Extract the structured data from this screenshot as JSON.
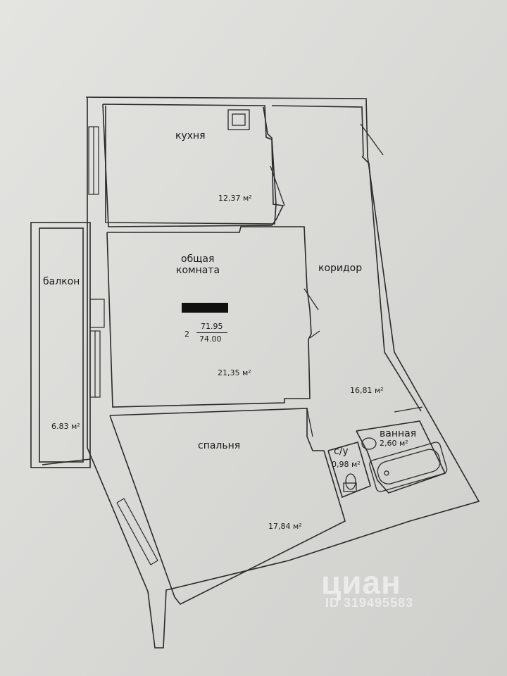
{
  "rooms": {
    "kitchen": {
      "name": "кухня",
      "area": "12,37 м²"
    },
    "living": {
      "name_line1": "общая",
      "name_line2": "комната",
      "area": "21,35 м²"
    },
    "balcony": {
      "name": "балкон",
      "area": "6.83 м²"
    },
    "corridor": {
      "name": "коридор",
      "area": "16,81 м²"
    },
    "bedroom": {
      "name": "спальня",
      "area": "17,84 м²"
    },
    "bathroom": {
      "name": "ванная",
      "area": "2,60 м²"
    },
    "toilet": {
      "name": "с/у",
      "area": "0,98 м²"
    }
  },
  "apartment": {
    "rooms_count": "2",
    "area_living": "71.95",
    "area_total": "74.00"
  },
  "watermark": {
    "brand": "циан",
    "id": "ID 319495583"
  }
}
